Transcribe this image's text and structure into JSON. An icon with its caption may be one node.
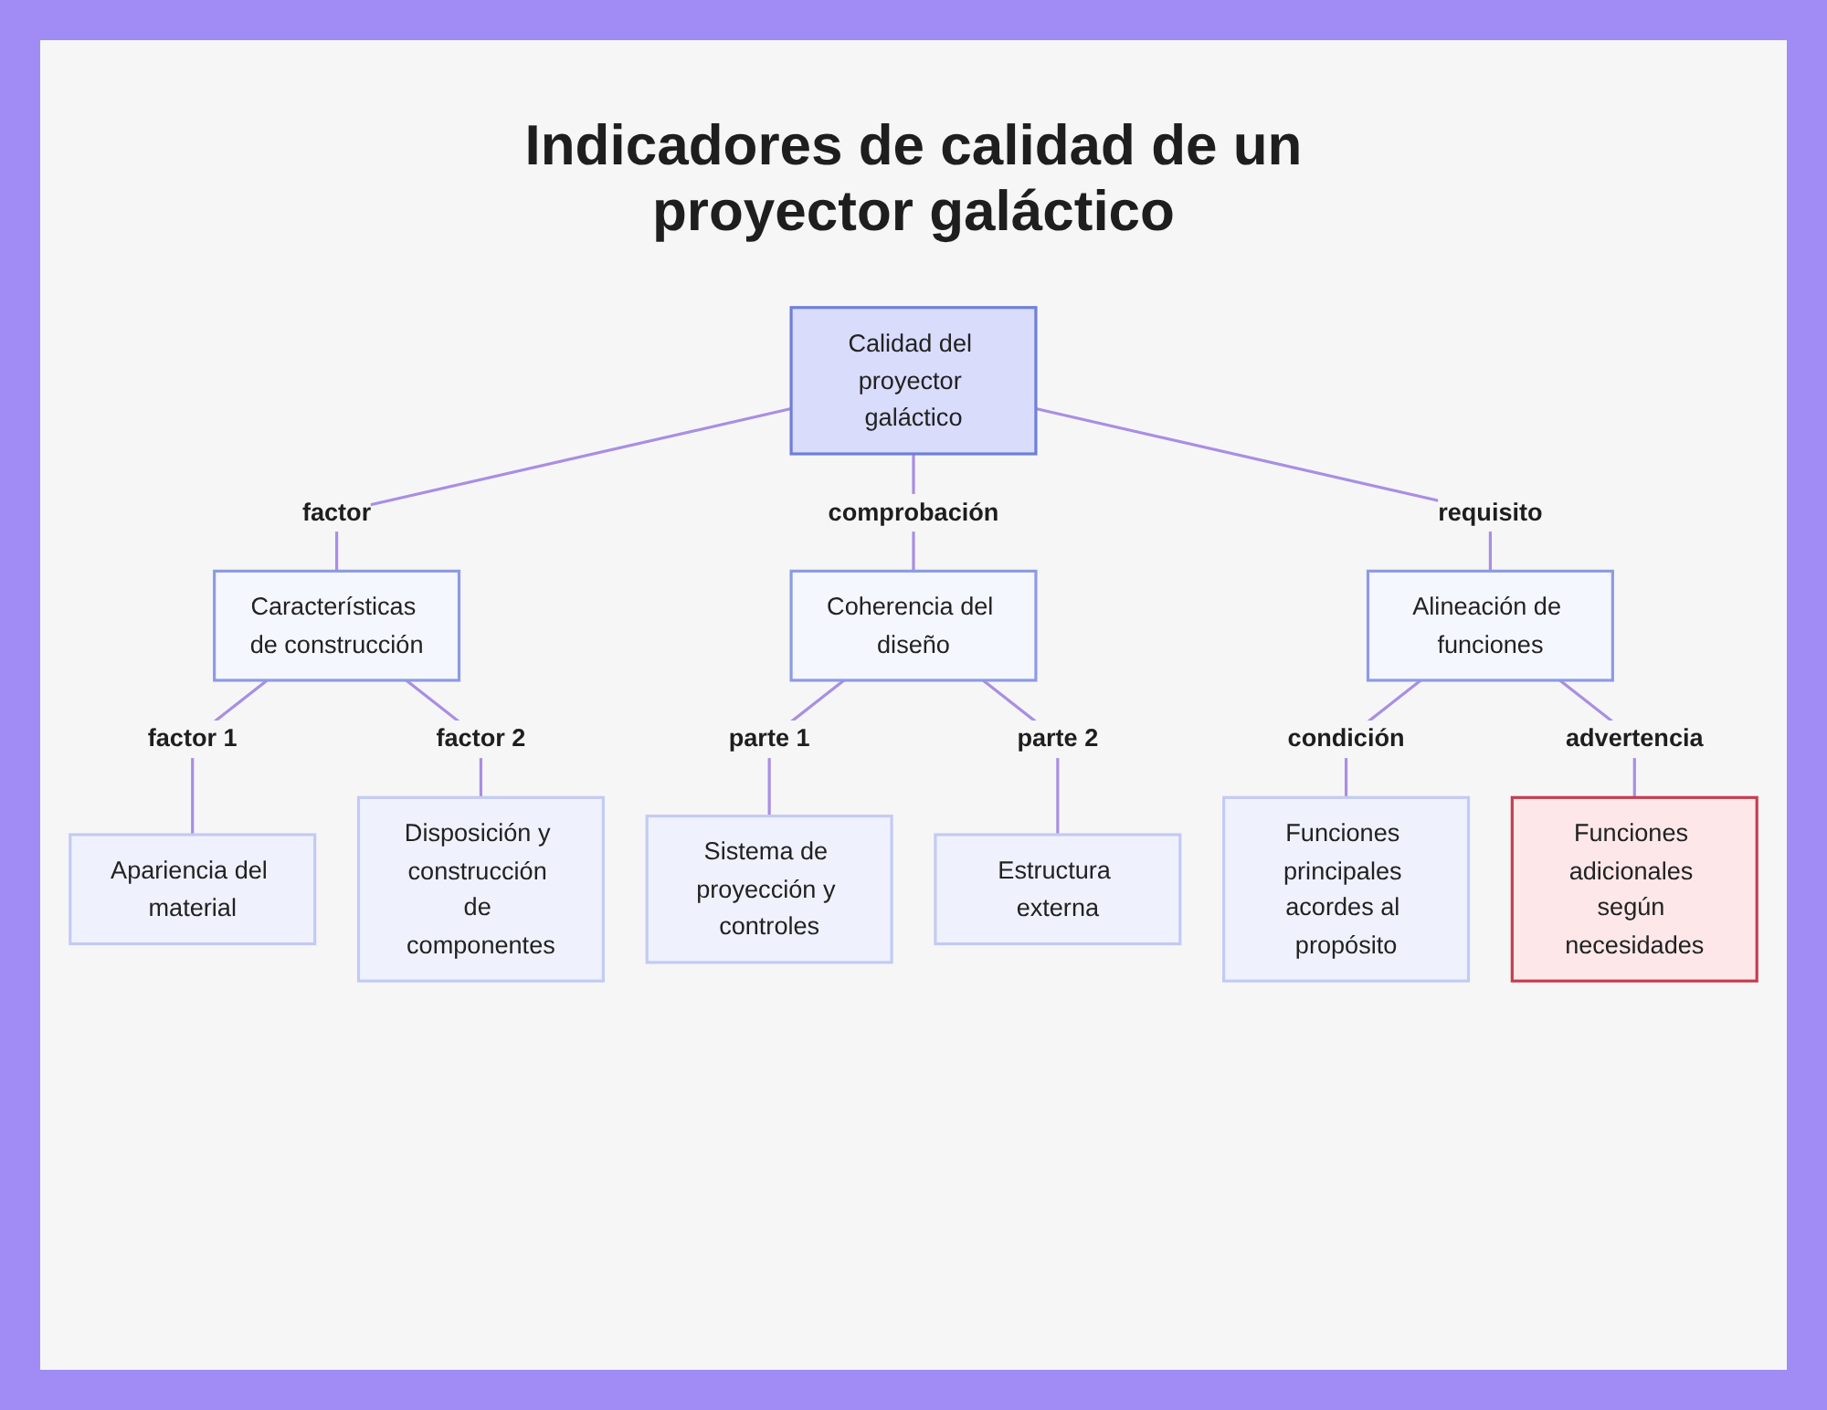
{
  "diagram": {
    "title": "Indicadores de calidad de un proyector galáctico",
    "nodes": [
      {
        "text": [
          "Calidad del proyector galáctico"
        ]
      },
      {
        "text": [
          "Características de construcción"
        ]
      },
      {
        "text": [
          "Coherencia del diseño"
        ]
      },
      {
        "text": [
          "Alineación de funciones"
        ]
      },
      {
        "text": [
          "Apariencia del material"
        ]
      },
      {
        "text": [
          "Disposición y construcción de componentes"
        ]
      },
      {
        "text": [
          "Sistema de proyección y controles"
        ]
      },
      {
        "text": [
          "Estructura externa"
        ]
      },
      {
        "text": [
          "Funciones principales acordes al propósito"
        ]
      },
      {
        "text": [
          "Funciones adicionales según necesidades"
        ]
      }
    ],
    "edges": [
      {
        "from": 0,
        "to": 1,
        "arrow": "none",
        "label": "factor"
      },
      {
        "from": 0,
        "to": 2,
        "arrow": "none",
        "label": "comprobación"
      },
      {
        "from": 0,
        "to": 3,
        "arrow": "none",
        "label": "requisito"
      },
      {
        "from": 1,
        "to": 4,
        "arrow": "none",
        "label": "factor 1"
      },
      {
        "from": 1,
        "to": 5,
        "arrow": "none",
        "label": "factor 2"
      },
      {
        "from": 2,
        "to": 6,
        "arrow": "none",
        "label": "parte 1"
      },
      {
        "from": 2,
        "to": 7,
        "arrow": "none",
        "label": "parte 2"
      },
      {
        "from": 3,
        "to": 8,
        "arrow": "none",
        "label": "condición"
      },
      {
        "from": 3,
        "to": 9,
        "arrow": "none",
        "label": "advertencia"
      }
    ]
  }
}
